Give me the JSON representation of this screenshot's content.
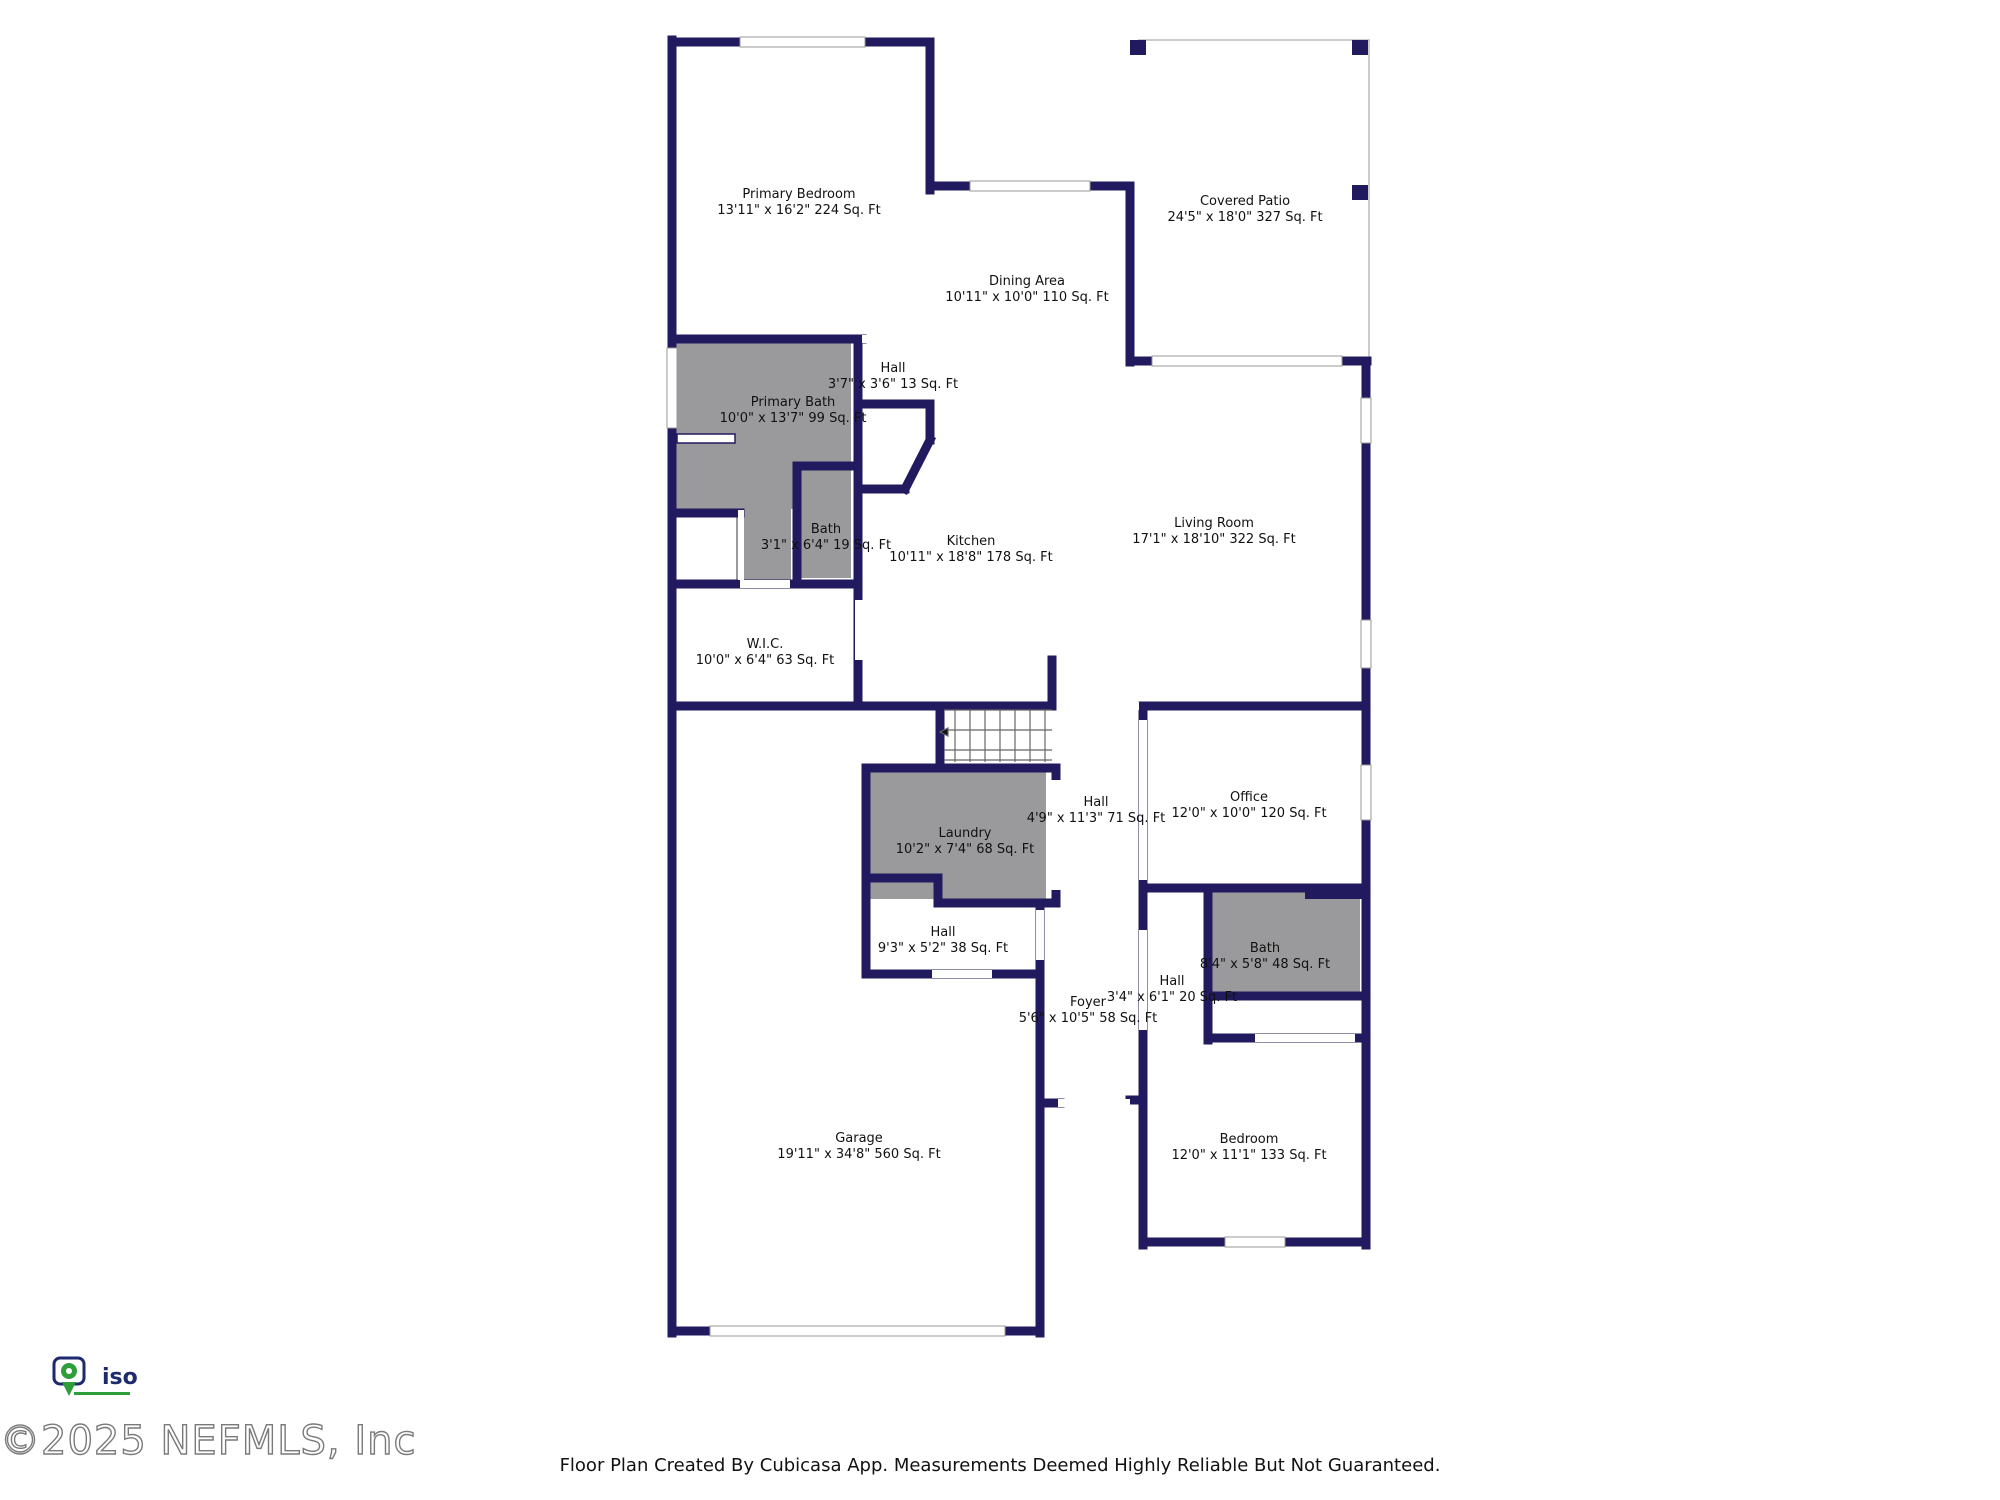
{
  "rooms": {
    "primary_bedroom": {
      "name": "Primary Bedroom",
      "dims": "13'11\" x 16'2\" 224 Sq. Ft"
    },
    "covered_patio": {
      "name": "Covered Patio",
      "dims": "24'5\" x 18'0\" 327 Sq. Ft"
    },
    "dining_area": {
      "name": "Dining Area",
      "dims": "10'11\" x 10'0\" 110 Sq. Ft"
    },
    "hall_top": {
      "name": "Hall",
      "dims": "3'7\" x 3'6\" 13 Sq. Ft"
    },
    "primary_bath": {
      "name": "Primary Bath",
      "dims": "10'0\" x 13'7\" 99 Sq. Ft"
    },
    "bath_small": {
      "name": "Bath",
      "dims": "3'1\" x 6'4\" 19 Sq. Ft"
    },
    "kitchen": {
      "name": "Kitchen",
      "dims": "10'11\" x 18'8\" 178 Sq. Ft"
    },
    "living_room": {
      "name": "Living Room",
      "dims": "17'1\" x 18'10\" 322 Sq. Ft"
    },
    "wic": {
      "name": "W.I.C.",
      "dims": "10'0\" x 6'4\" 63 Sq. Ft"
    },
    "hall_center": {
      "name": "Hall",
      "dims": "4'9\" x 11'3\" 71 Sq. Ft"
    },
    "office": {
      "name": "Office",
      "dims": "12'0\" x 10'0\" 120 Sq. Ft"
    },
    "laundry": {
      "name": "Laundry",
      "dims": "10'2\" x 7'4\" 68 Sq. Ft"
    },
    "hall_laundry": {
      "name": "Hall",
      "dims": "9'3\" x 5'2\" 38 Sq. Ft"
    },
    "bath_right": {
      "name": "Bath",
      "dims": "8'4\" x 5'8\" 48 Sq. Ft"
    },
    "hall_right": {
      "name": "Hall",
      "dims": "3'4\" x 6'1\" 20 Sq. Ft"
    },
    "foyer": {
      "name": "Foyer",
      "dims": "5'6\" x 10'5\" 58 Sq. Ft"
    },
    "garage": {
      "name": "Garage",
      "dims": "19'11\" x 34'8\" 560 Sq. Ft"
    },
    "bedroom": {
      "name": "Bedroom",
      "dims": "12'0\" x 11'1\" 133 Sq. Ft"
    }
  },
  "footer": "Floor Plan Created By Cubicasa App. Measurements Deemed Highly Reliable But Not Guaranteed.",
  "copyright": "©2025 NEFMLS, Inc",
  "logo_text": "iso",
  "colors": {
    "wall": "#221a5e",
    "wet_room": "#9a9a9c",
    "window": "#ffffff",
    "background": "#ffffff"
  }
}
